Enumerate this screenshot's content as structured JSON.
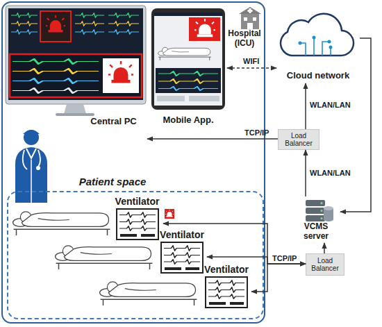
{
  "diagram": {
    "nodes": [
      {
        "text": [
          "Hospital (ICU)"
        ]
      },
      {
        "text": [
          "Central PC"
        ],
        "in": 0
      },
      {
        "text": [
          "Mobile App."
        ],
        "in": 0
      },
      {
        "text": [
          "Patient space"
        ],
        "in": 0
      },
      {
        "text": [
          "Ventilator"
        ],
        "in": 3
      },
      {
        "text": [
          "Ventilator"
        ],
        "in": 3
      },
      {
        "text": [
          "Ventilator"
        ],
        "in": 3
      },
      {
        "text": [
          "Cloud network"
        ]
      },
      {
        "text": [
          "Load Balancer"
        ]
      },
      {
        "text": [
          "VCMS server"
        ]
      },
      {
        "text": [
          "Load Balancer"
        ]
      }
    ],
    "edges": [
      {
        "from": 2,
        "to": 7,
        "label": "WIFI",
        "arrow": "both"
      },
      {
        "from": 8,
        "to": 7,
        "label": "WLAN/LAN",
        "arrow": "to"
      },
      {
        "from": 9,
        "to": 8,
        "label": "WLAN/LAN",
        "arrow": "to"
      },
      {
        "from": 8,
        "to": 1,
        "label": "TCP/IP",
        "arrow": "to"
      },
      {
        "from": 7,
        "to": 9,
        "arrow": "to"
      },
      {
        "from": 10,
        "to": 9,
        "arrow": "to"
      },
      {
        "from": 4,
        "to": 10,
        "arrow": "both"
      },
      {
        "from": 5,
        "to": 10,
        "label": "TCP/IP",
        "arrow": "both"
      },
      {
        "from": 6,
        "to": 10,
        "arrow": "both"
      }
    ]
  }
}
